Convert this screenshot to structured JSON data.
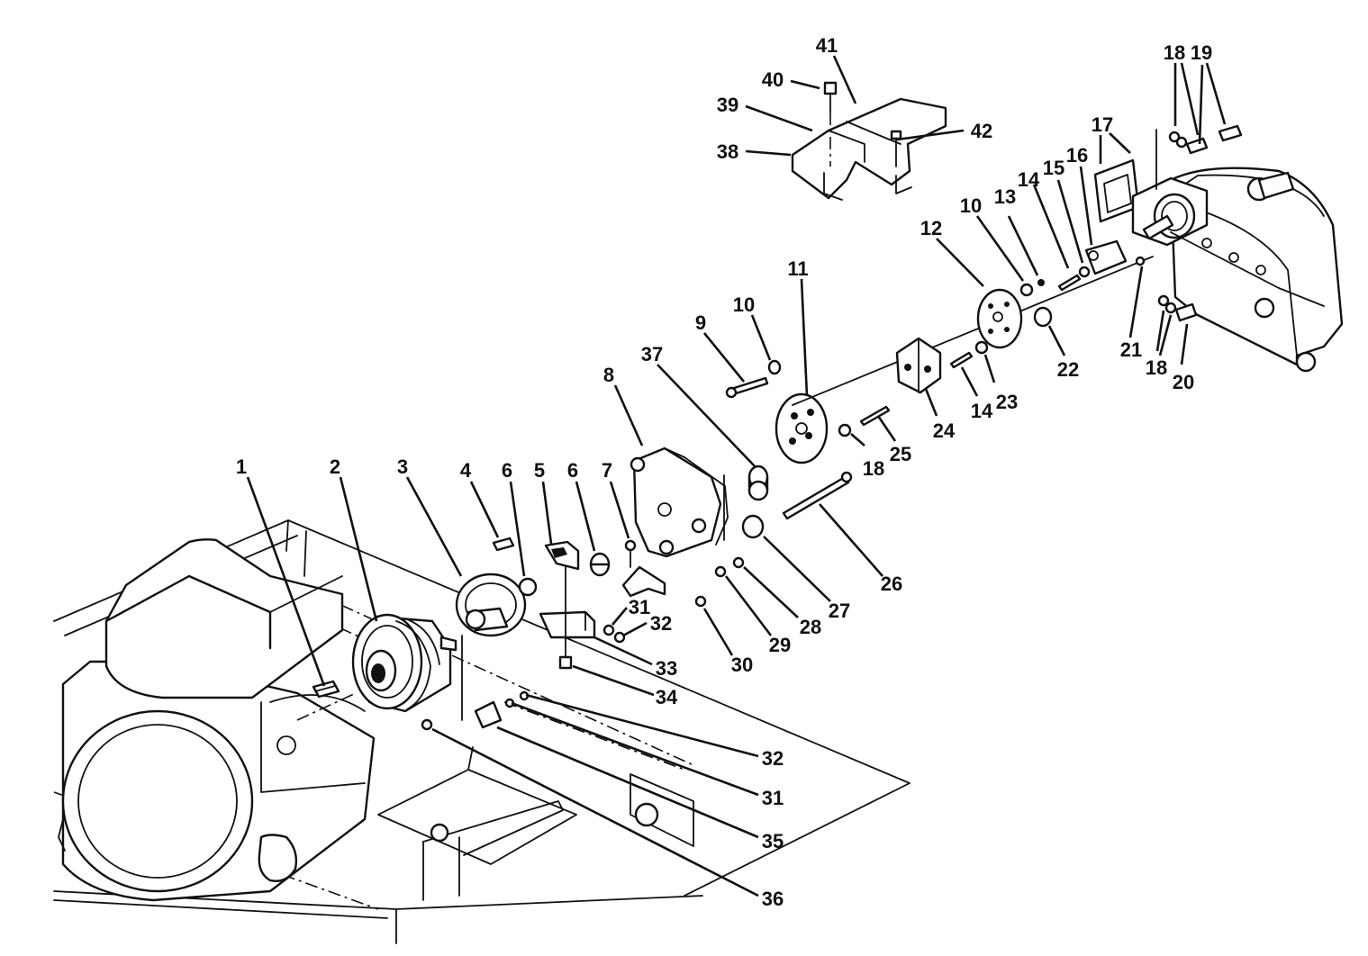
{
  "callouts": [
    {
      "id": "1",
      "text": "1"
    },
    {
      "id": "2",
      "text": "2"
    },
    {
      "id": "3",
      "text": "3"
    },
    {
      "id": "4",
      "text": "4"
    },
    {
      "id": "6a",
      "text": "6"
    },
    {
      "id": "5",
      "text": "5"
    },
    {
      "id": "6b",
      "text": "6"
    },
    {
      "id": "7",
      "text": "7"
    },
    {
      "id": "8",
      "text": "8"
    },
    {
      "id": "37",
      "text": "37"
    },
    {
      "id": "9",
      "text": "9"
    },
    {
      "id": "10a",
      "text": "10"
    },
    {
      "id": "11",
      "text": "11"
    },
    {
      "id": "12",
      "text": "12"
    },
    {
      "id": "10b",
      "text": "10"
    },
    {
      "id": "13",
      "text": "13"
    },
    {
      "id": "14a",
      "text": "14"
    },
    {
      "id": "15",
      "text": "15"
    },
    {
      "id": "16",
      "text": "16"
    },
    {
      "id": "17",
      "text": "17"
    },
    {
      "id": "18a",
      "text": "18"
    },
    {
      "id": "19",
      "text": "19"
    },
    {
      "id": "40",
      "text": "40"
    },
    {
      "id": "41",
      "text": "41"
    },
    {
      "id": "39",
      "text": "39"
    },
    {
      "id": "42",
      "text": "42"
    },
    {
      "id": "38",
      "text": "38"
    },
    {
      "id": "22",
      "text": "22"
    },
    {
      "id": "21",
      "text": "21"
    },
    {
      "id": "18b",
      "text": "18"
    },
    {
      "id": "20",
      "text": "20"
    },
    {
      "id": "24",
      "text": "24"
    },
    {
      "id": "14b",
      "text": "14"
    },
    {
      "id": "23",
      "text": "23"
    },
    {
      "id": "18c",
      "text": "18"
    },
    {
      "id": "25",
      "text": "25"
    },
    {
      "id": "26",
      "text": "26"
    },
    {
      "id": "27",
      "text": "27"
    },
    {
      "id": "28",
      "text": "28"
    },
    {
      "id": "29",
      "text": "29"
    },
    {
      "id": "30",
      "text": "30"
    },
    {
      "id": "31a",
      "text": "31"
    },
    {
      "id": "32a",
      "text": "32"
    },
    {
      "id": "33",
      "text": "33"
    },
    {
      "id": "34",
      "text": "34"
    },
    {
      "id": "32b",
      "text": "32"
    },
    {
      "id": "31b",
      "text": "31"
    },
    {
      "id": "35",
      "text": "35"
    },
    {
      "id": "36",
      "text": "36"
    }
  ]
}
